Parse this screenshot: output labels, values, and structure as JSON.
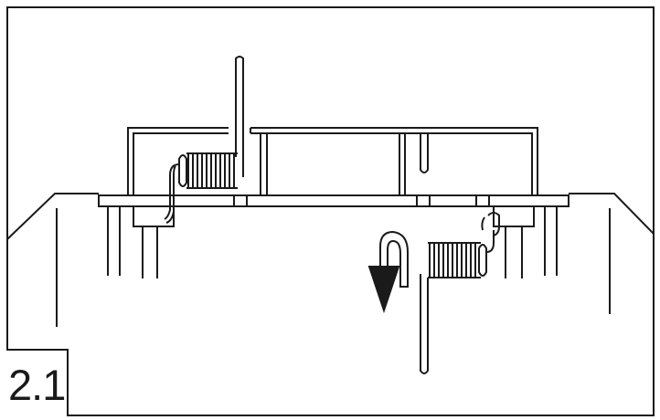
{
  "figure": {
    "step_number": "2.1"
  },
  "colors": {
    "stroke": "#1a1a1a",
    "background": "#ffffff"
  },
  "icons": {
    "rotation_arrow": "curved-counterclockwise-arrow",
    "spring_left": "torsion-spring",
    "spring_right": "torsion-spring"
  }
}
